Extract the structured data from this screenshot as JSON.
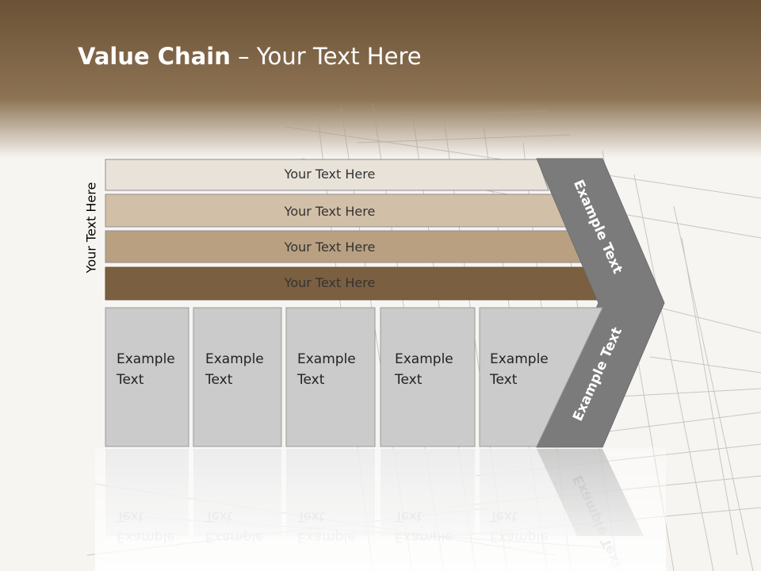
{
  "slide": {
    "title_bold": "Value Chain",
    "title_rest": " – Your Text Here",
    "side_label": "Your Text Here"
  },
  "bars": [
    {
      "label": "Your Text Here",
      "color": "#e8e2d8"
    },
    {
      "label": "Your Text Here",
      "color": "#d2bfa7"
    },
    {
      "label": "Your Text Here",
      "color": "#b9a081"
    },
    {
      "label": "Your Text Here",
      "color": "#7a6040"
    }
  ],
  "boxes": [
    {
      "line1": "Example",
      "line2": "Text"
    },
    {
      "line1": "Example",
      "line2": "Text"
    },
    {
      "line1": "Example",
      "line2": "Text"
    },
    {
      "line1": "Example",
      "line2": "Text"
    },
    {
      "line1": "Example",
      "line2": "Text"
    }
  ],
  "chevron": {
    "upper_label": "Example Text",
    "lower_label": "Example Text",
    "color": "#7b7b7b"
  },
  "colors": {
    "header": "#846a4b",
    "box_fill": "#cbcbcb",
    "box_stroke": "#9a9a9a"
  }
}
